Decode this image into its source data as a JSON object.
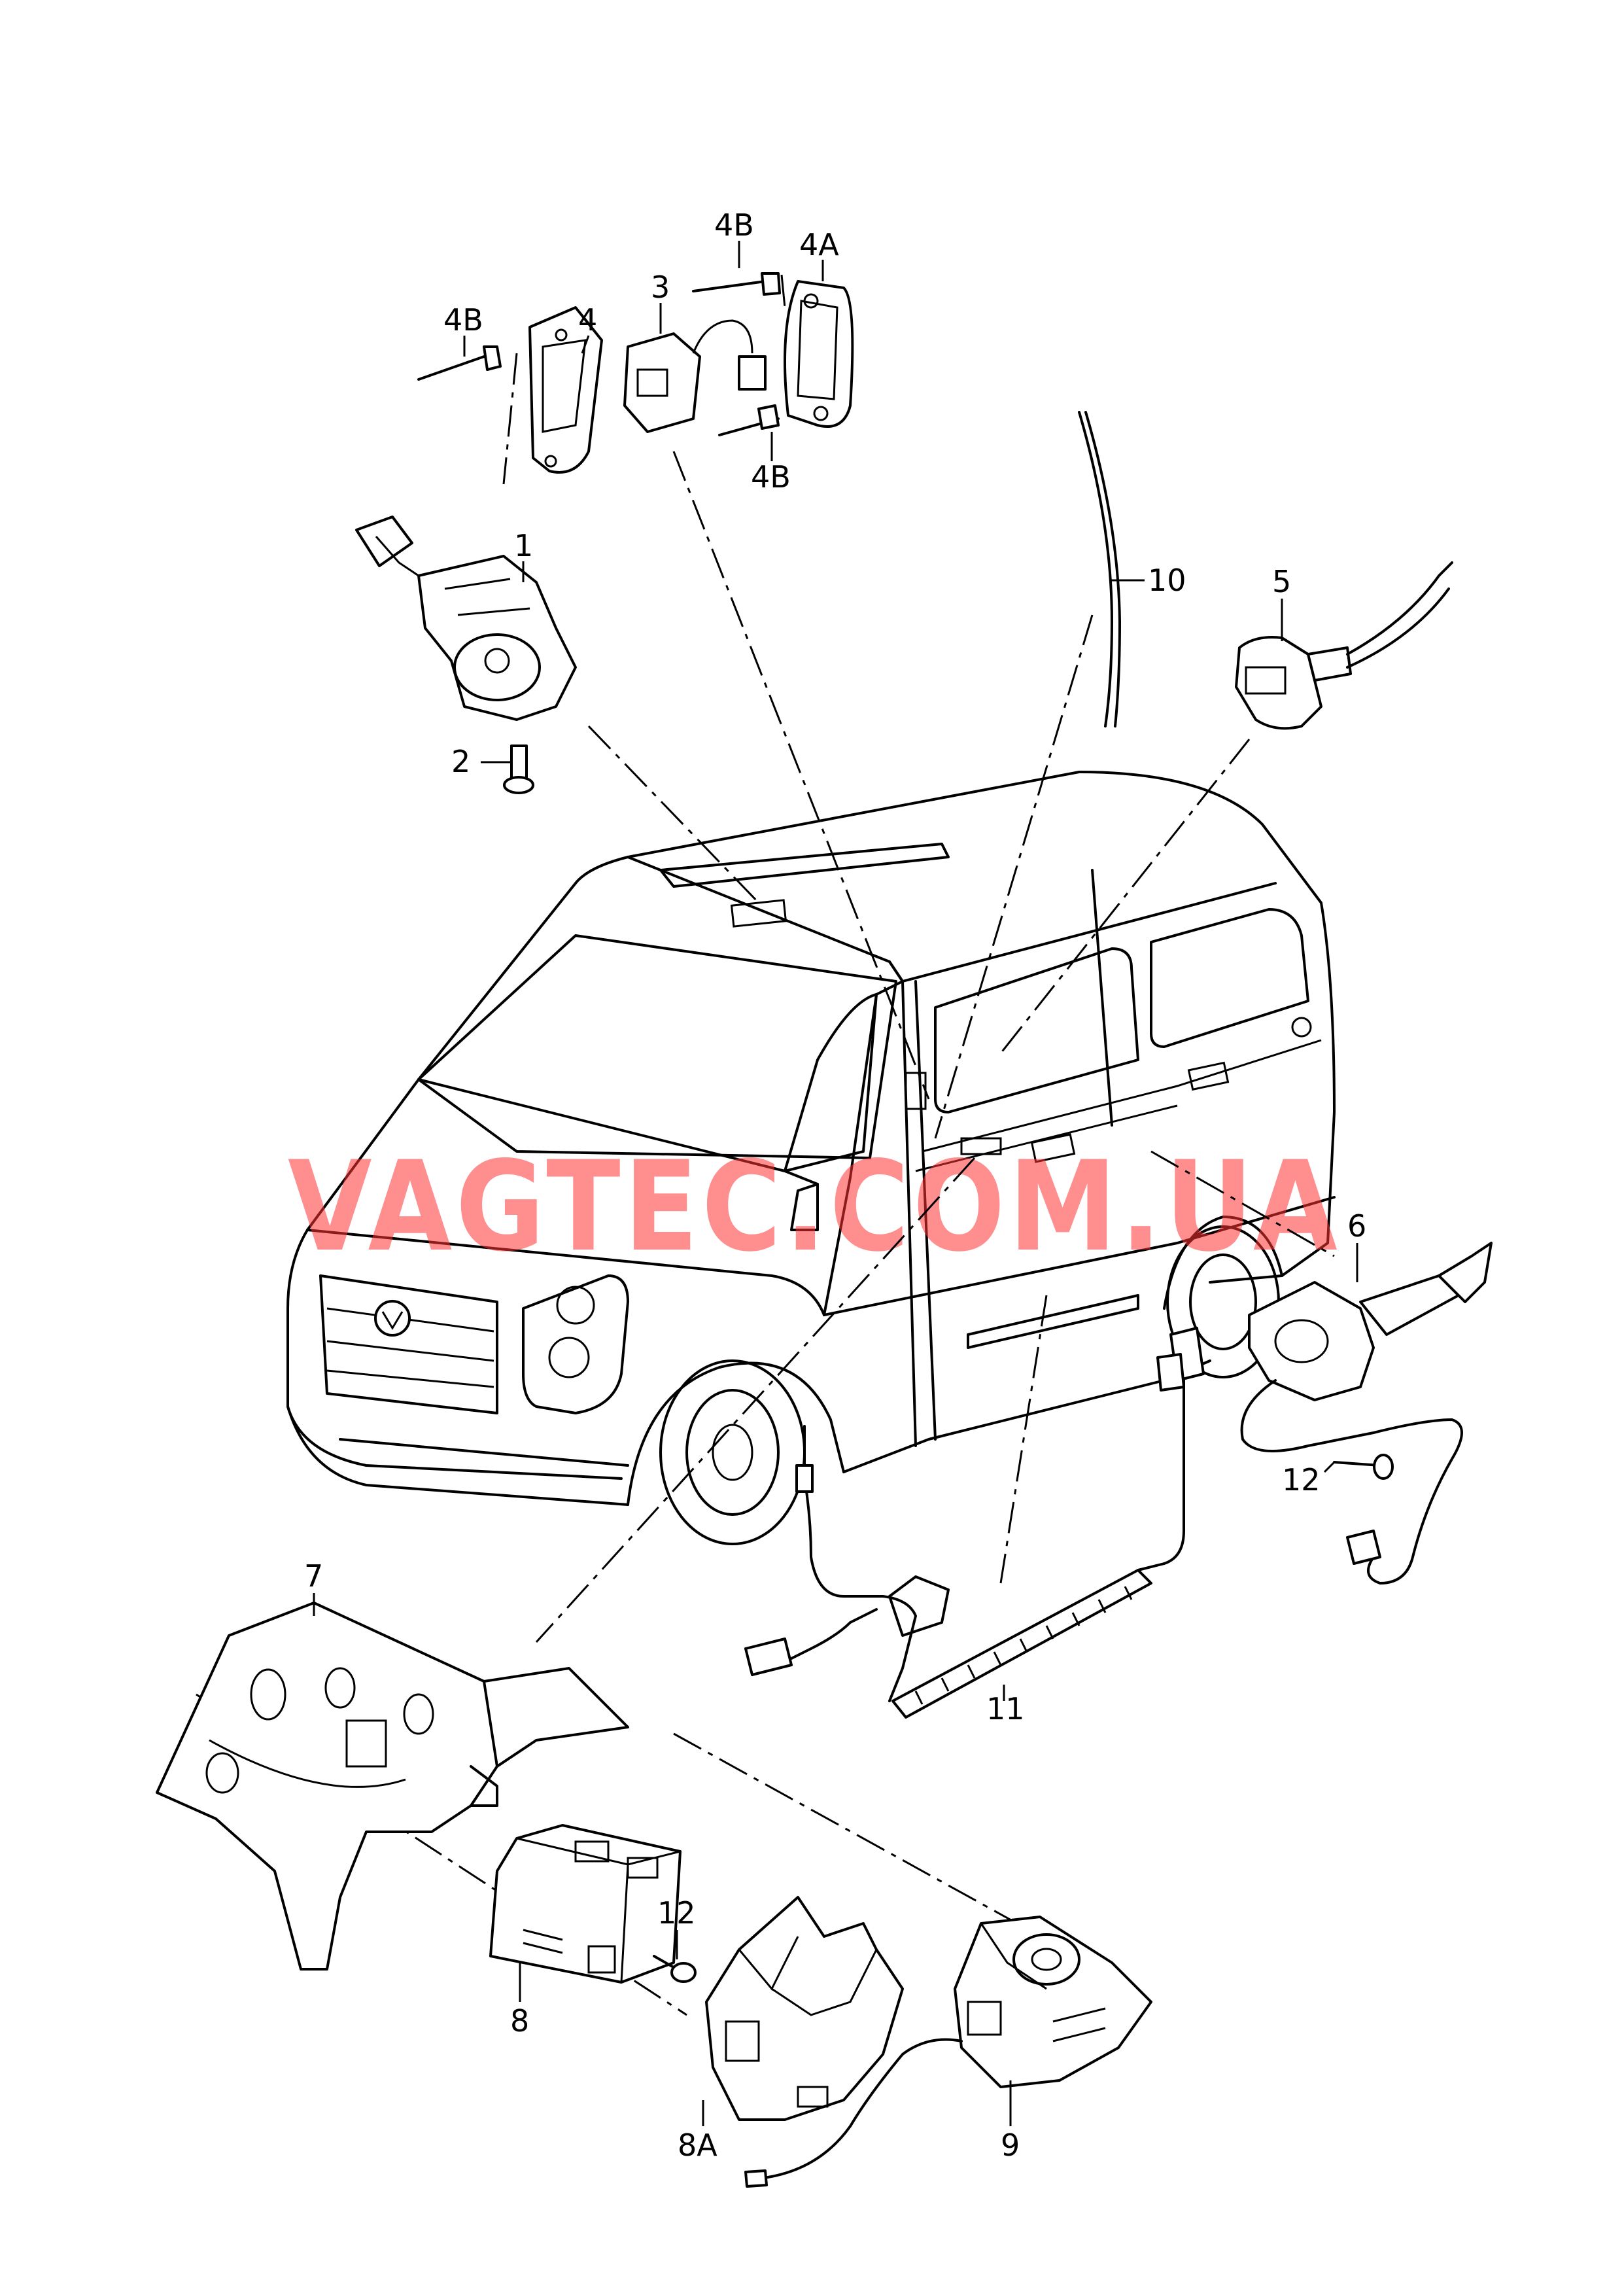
{
  "watermark": "VAGTEC.COM.UA",
  "callouts": {
    "c1": "1",
    "c2": "2",
    "c3": "3",
    "c4": "4",
    "c4a": "4A",
    "c4b_left": "4B",
    "c4b_top": "4B",
    "c4b_bottom": "4B",
    "c5": "5",
    "c6": "6",
    "c7": "7",
    "c8": "8",
    "c8a": "8A",
    "c9": "9",
    "c10": "10",
    "c11": "11",
    "c12_right": "12",
    "c12_bottom": "12"
  },
  "colors": {
    "line": "#000000",
    "watermark": "#ff3333",
    "background": "#ffffff"
  }
}
